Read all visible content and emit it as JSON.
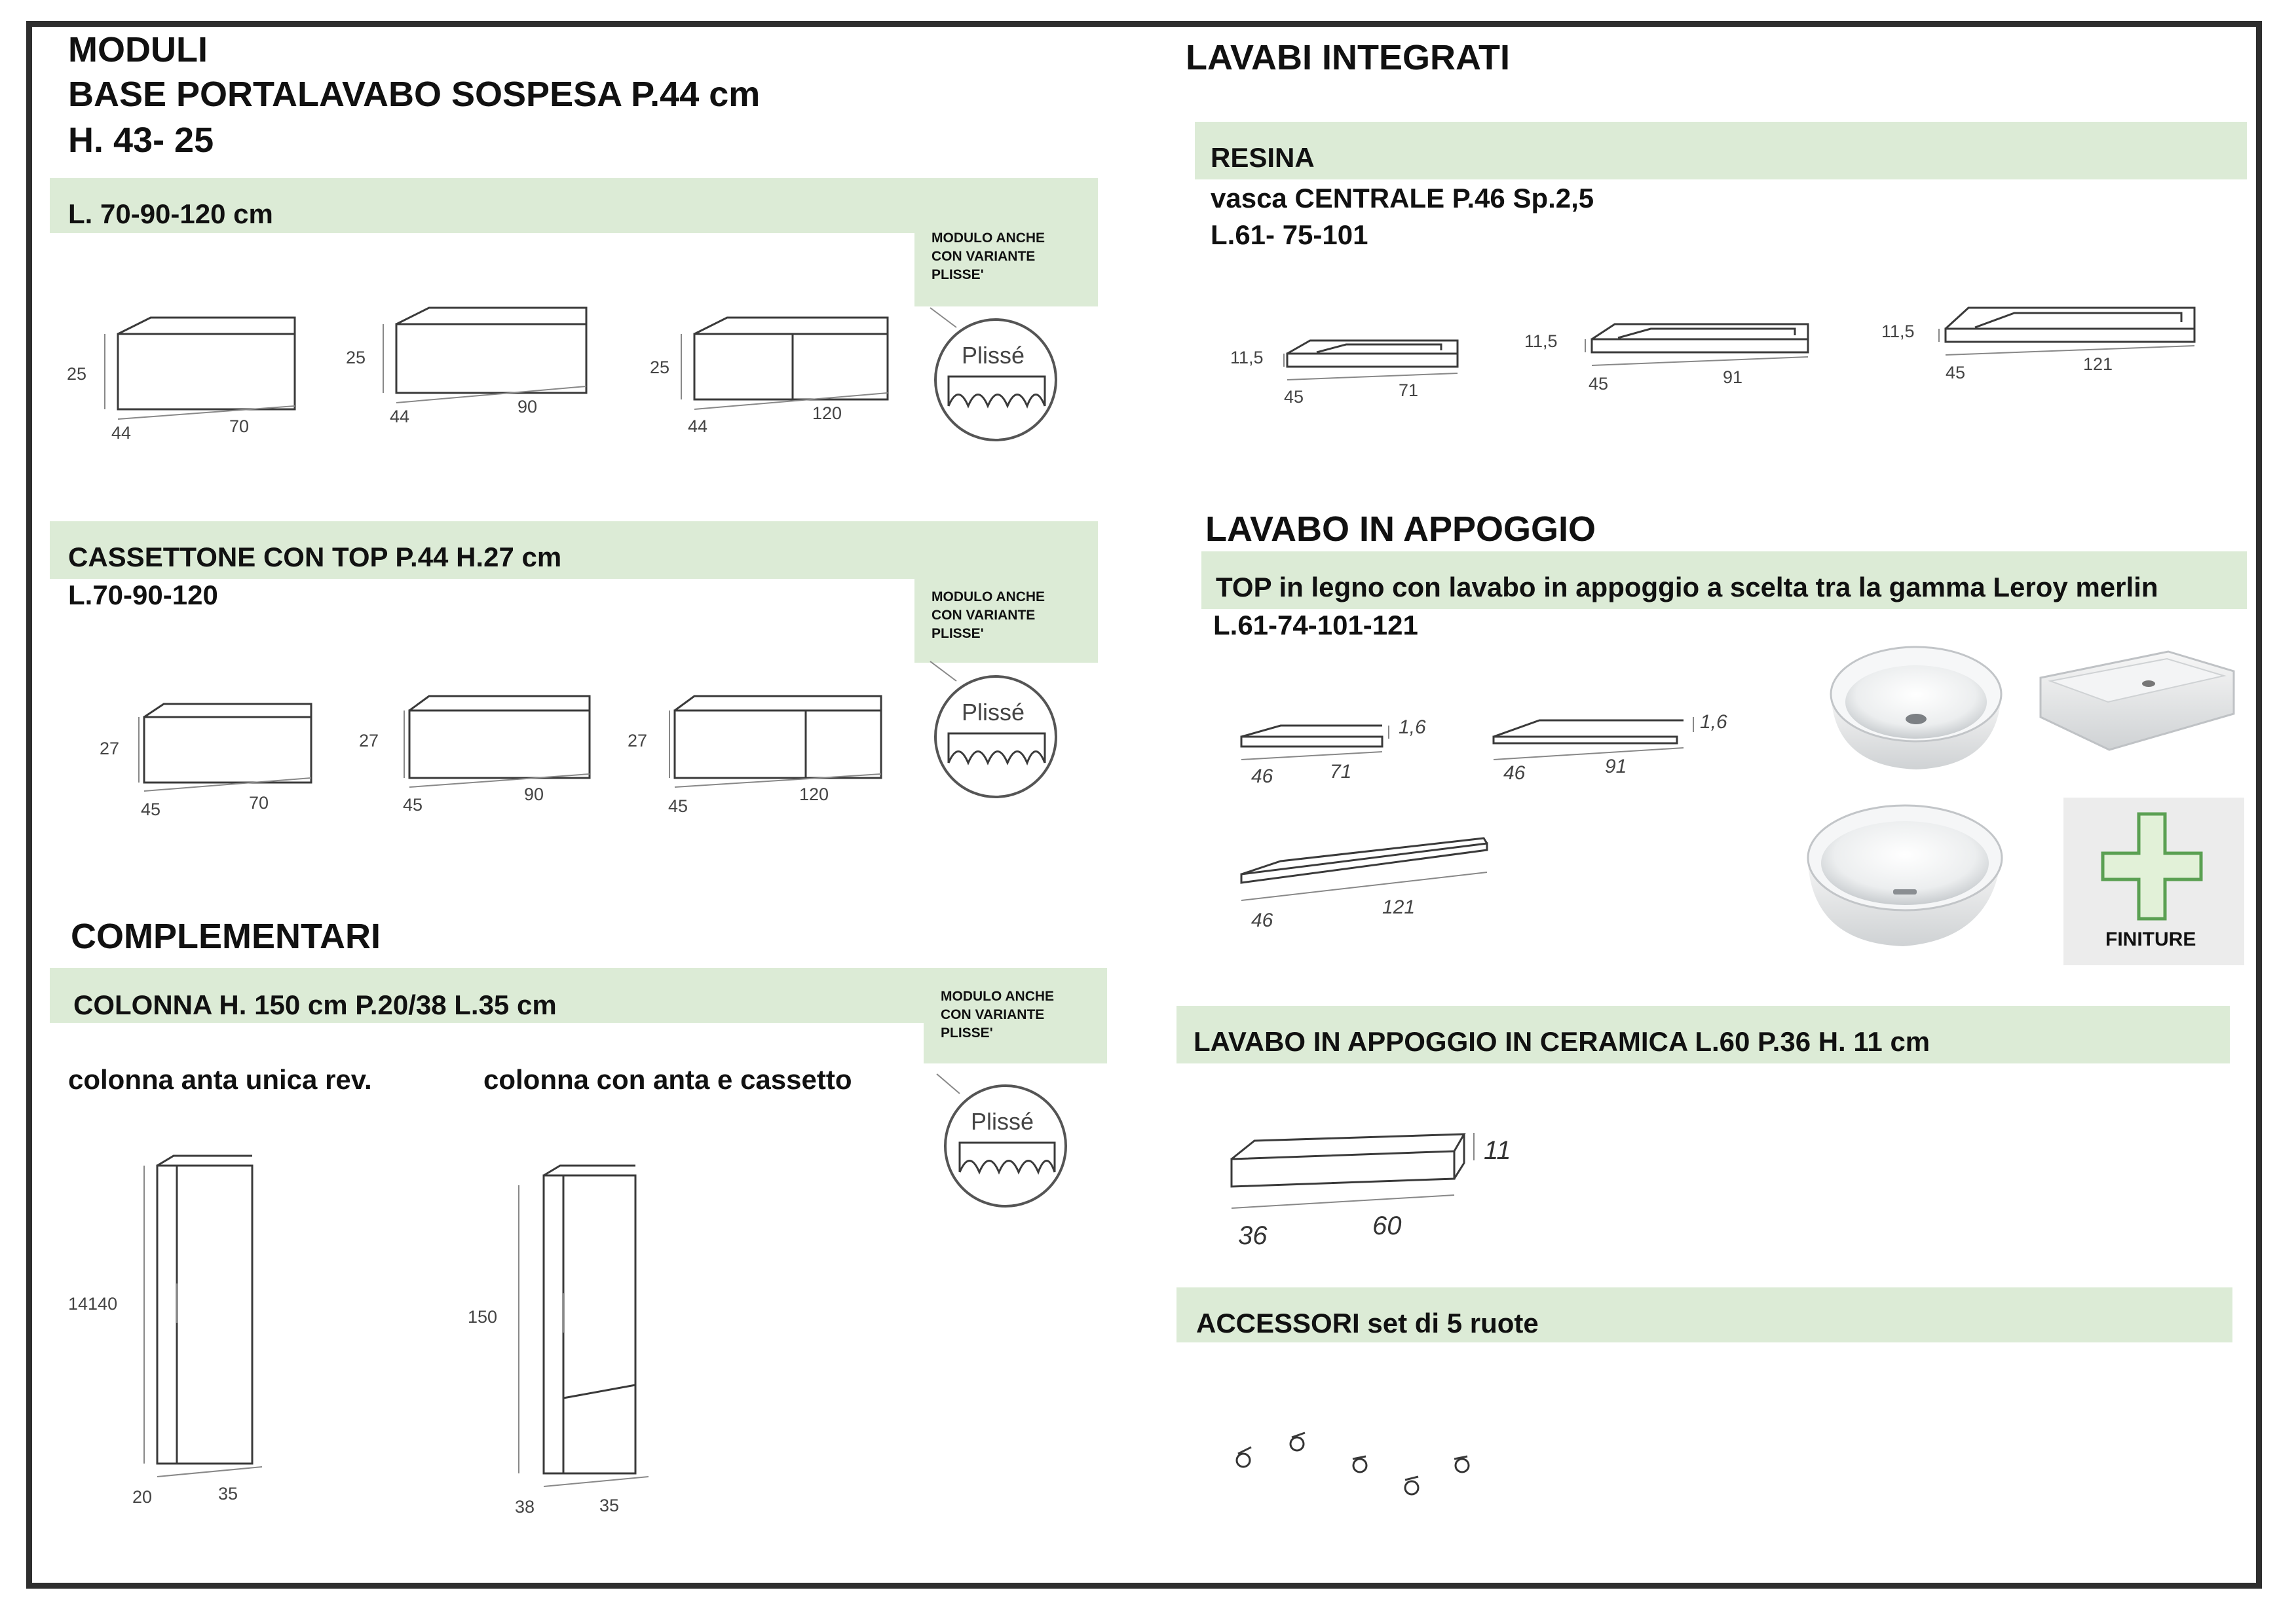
{
  "left": {
    "moduli": {
      "line1": "MODULI",
      "line2": "BASE PORTALAVABO SOSPESA P.44 cm",
      "line3": "H. 43- 25",
      "widths_label": "L. 70-90-120 cm",
      "variant_note": "MODULO ANCHE\nCON VARIANTE\nPLISSE'",
      "plisse_label": "Plissé",
      "dims": {
        "a": {
          "h": "25",
          "d": "44",
          "w": "70"
        },
        "b": {
          "h": "25",
          "d": "44",
          "w": "90"
        },
        "c": {
          "h": "25",
          "d": "44",
          "w": "120"
        }
      }
    },
    "cassettone": {
      "title": "CASSETTONE CON TOP  P.44   H.27 cm",
      "widths": "L.70-90-120",
      "variant_note": "MODULO ANCHE\nCON VARIANTE\nPLISSE'",
      "plisse_label": "Plissé",
      "dims": {
        "a": {
          "h": "27",
          "d": "45",
          "w": "70"
        },
        "b": {
          "h": "27",
          "d": "45",
          "w": "90"
        },
        "c": {
          "h": "27",
          "d": "45",
          "w": "120"
        }
      }
    },
    "complementari": {
      "heading": "COMPLEMENTARI",
      "title": "COLONNA  H. 150 cm    P.20/38    L.35 cm",
      "variant_note": "MODULO ANCHE\nCON VARIANTE\nPLISSE'",
      "plisse_label": "Plissé",
      "col1_label": "colonna anta unica rev.",
      "col2_label": "colonna con anta e cassetto",
      "col1_dims": {
        "h": "14140",
        "d": "20",
        "w": "35"
      },
      "col2_dims": {
        "h": "150",
        "d": "38",
        "w": "35"
      }
    }
  },
  "right": {
    "lavabi_integrati": {
      "heading": "LAVABI INTEGRATI",
      "resina": "RESINA",
      "line1": "vasca CENTRALE   P.46 Sp.2,5",
      "line2": "L.61- 75-101",
      "dims": {
        "a": {
          "h": "11,5",
          "d": "45",
          "w": "71"
        },
        "b": {
          "h": "11,5",
          "d": "45",
          "w": "91"
        },
        "c": {
          "h": "11,5",
          "d": "45",
          "w": "121"
        }
      }
    },
    "lavabo_appoggio": {
      "heading": "LAVABO IN APPOGGIO",
      "top_line": "TOP in legno con lavabo in appoggio a scelta tra la gamma Leroy merlin",
      "widths": "L.61-74-101-121",
      "dims": {
        "a": {
          "h": "1,6",
          "d": "46",
          "w": "71"
        },
        "b": {
          "h": "1,6",
          "d": "46",
          "w": "91"
        },
        "c": {
          "d": "46",
          "w": "121"
        }
      },
      "finiture": "FINITURE"
    },
    "ceramica": {
      "title": "LAVABO IN APPOGGIO IN CERAMICA  L.60 P.36  H. 11  cm",
      "dims": {
        "h": "11",
        "d": "36",
        "w": "60"
      }
    },
    "accessori": {
      "title": "ACCESSORI  set di 5 ruote"
    }
  },
  "colors": {
    "band": "#dcebd6",
    "frame": "#2e2e2e",
    "cross_fill": "#e2f1d8",
    "cross_stroke": "#5aa052"
  }
}
